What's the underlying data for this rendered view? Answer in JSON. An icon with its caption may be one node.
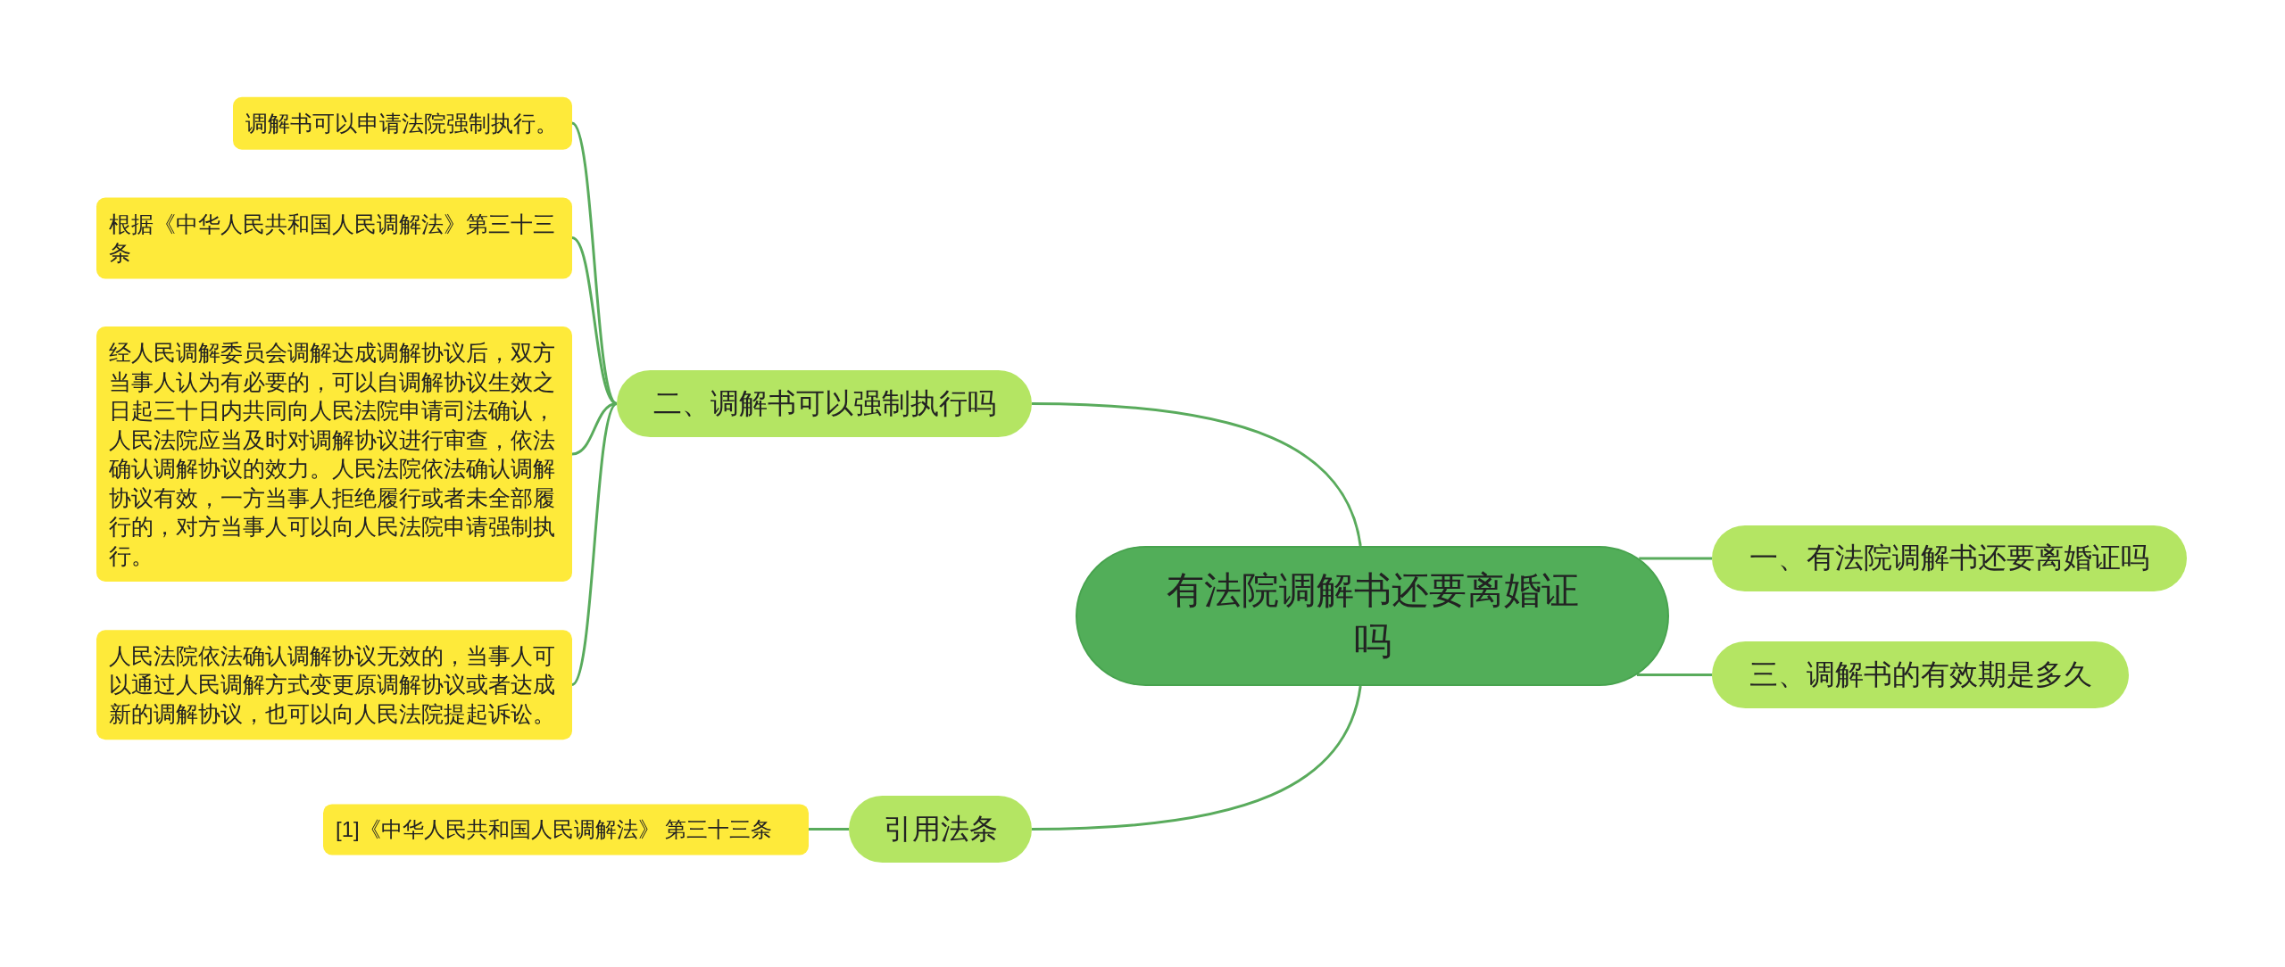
{
  "diagram": {
    "nodes": [
      {
        "text": [
          "有法院调解书还要离婚证吗"
        ]
      },
      {
        "text": [
          "二、调解书可以强制执行吗"
        ]
      },
      {
        "text": [
          "调解书可以申请法院强制执行。"
        ]
      },
      {
        "text": [
          "根据《中华人民共和国人民调解法》第三十三条"
        ]
      },
      {
        "text": [
          "经人民调解委员会调解达成调解协议后，双方当事人认为有必要的，可以自调解协议生效之日起三十日内共同向人民法院申请司法确认，人民法院应当及时对调解协议进行审查，依法确认调解协议的效力。人民法院依法确认调解协议有效，一方当事人拒绝履行或者未全部履行的，对方当事人可以向人民法院申请强制执行。"
        ]
      },
      {
        "text": [
          "人民法院依法确认调解协议无效的，当事人可以通过人民调解方式变更原调解协议或者达成新的调解协议，也可以向人民法院提起诉讼。"
        ]
      },
      {
        "text": [
          "引用法条"
        ]
      },
      {
        "text": [
          "[1]《中华人民共和国人民调解法》 第三十三条"
        ]
      },
      {
        "text": [
          "一、有法院调解书还要离婚证吗"
        ]
      },
      {
        "text": [
          "三、调解书的有效期是多久"
        ]
      }
    ],
    "edges": [
      {
        "from": 0,
        "to": 1,
        "arrow": "none"
      },
      {
        "from": 1,
        "to": 2,
        "arrow": "none"
      },
      {
        "from": 1,
        "to": 3,
        "arrow": "none"
      },
      {
        "from": 1,
        "to": 4,
        "arrow": "none"
      },
      {
        "from": 1,
        "to": 5,
        "arrow": "none"
      },
      {
        "from": 0,
        "to": 6,
        "arrow": "none"
      },
      {
        "from": 6,
        "to": 7,
        "arrow": "none"
      },
      {
        "from": 0,
        "to": 8,
        "arrow": "none"
      },
      {
        "from": 0,
        "to": 9,
        "arrow": "none"
      }
    ]
  }
}
